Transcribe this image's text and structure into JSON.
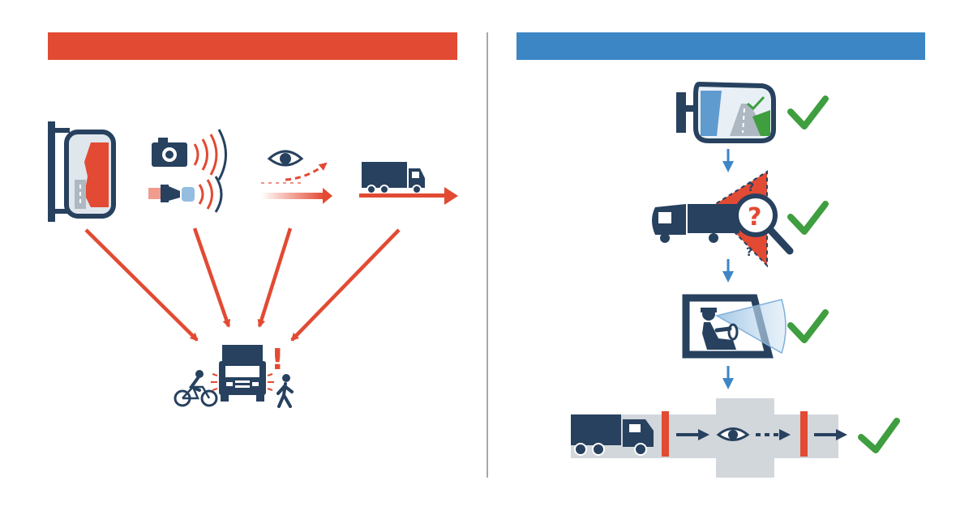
{
  "colors": {
    "danger": "#e24a33",
    "safe": "#3c86c6",
    "navy": "#27415f",
    "check": "#3f9e3f",
    "divider": "#8c8c8c",
    "road": "#d2d7dc",
    "mirror_glass": "#dfe6ec",
    "sky": "#e8f0f6",
    "grass": "#3f9e3f"
  },
  "left_panel": {
    "header_color": "#e24a33",
    "hazards": [
      {
        "name": "blind-mirror",
        "icon": "side-mirror-icon"
      },
      {
        "name": "sensor-interference",
        "icon": "camera-sensor-icon"
      },
      {
        "name": "distracted-glance",
        "icon": "eye-icon"
      },
      {
        "name": "moving-truck",
        "icon": "truck-icon"
      }
    ],
    "outcome": {
      "icons": [
        "cyclist-icon",
        "truck-front-icon",
        "exclamation-icon",
        "pedestrian-icon"
      ],
      "alert_glyph": "!"
    }
  },
  "right_panel": {
    "header_color": "#3c86c6",
    "steps": [
      {
        "name": "check-mirror",
        "icon": "side-mirror-icon",
        "question_glyph": ""
      },
      {
        "name": "check-blind-spot",
        "icon": "magnifier-icon",
        "question_glyph": "?"
      },
      {
        "name": "check-driver-view",
        "icon": "driver-cab-icon",
        "question_glyph": ""
      },
      {
        "name": "check-intersection",
        "icon": "intersection-icon",
        "question_glyph": ""
      }
    ],
    "checkmarks": 4
  }
}
